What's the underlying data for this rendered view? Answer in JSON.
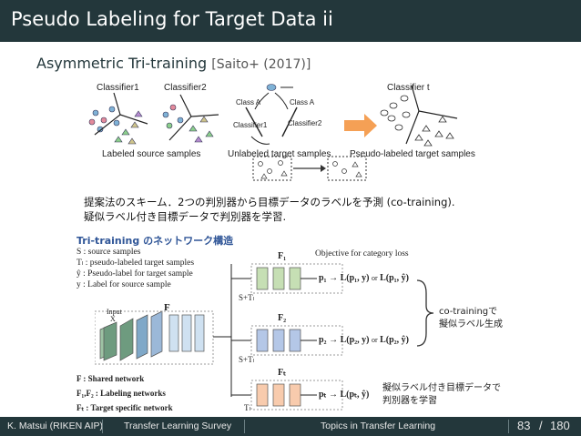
{
  "slide": {
    "title": "Pseudo Labeling for Target Data ii",
    "subtitle": "Asymmetric Tri-training",
    "citation": "[Saito+ (2017)]"
  },
  "top_figure": {
    "classifier1": "Classifier1",
    "classifier2": "Classifier2",
    "labeled_source": "Labeled source samples",
    "class_a_left": "Class A",
    "class_a_right": "Class A",
    "mid_classifier1": "Classifier1",
    "mid_classifier2": "Classifier2",
    "unlabeled_target": "Unlabeled target samples",
    "classifier_t": "Classifier t",
    "pseudo_labeled_target": "Pseudo-labeled target samples"
  },
  "description": {
    "line1": "提案法のスキーム．2つの判別器から目標データのラベルを予測 (co-training).",
    "line2": "疑似ラベル付き目標データで判別器を学習."
  },
  "network": {
    "heading": "Tri-training のネットワーク構造",
    "legend": [
      "S : source samples",
      "Tₗ : pseudo-labeled target samples",
      "ŷ : Pseudo-label for target sample",
      "y : Label for source sample"
    ],
    "input_label": "Input",
    "input_var": "X",
    "f_label": "F",
    "f1": "F₁",
    "f2": "F₂",
    "ft": "Fₜ",
    "objective": "Objective for category loss",
    "p1": "p₁",
    "p2": "p₂",
    "pt": "pₜ",
    "loss1": "L(p₁, y)",
    "loss1b": "L(p₁, ŷ)",
    "loss2": "L(p₂, y)",
    "loss2b": "L(p₂, ŷ)",
    "losst": "L(pₜ, ŷ)",
    "or": "or",
    "arrow": "→",
    "input_s_t1": "S+Tₗ",
    "input_s_t2": "S+Tₗ",
    "input_t": "Tₗ",
    "bottom_legend": [
      "F : Shared network",
      "F₁,F₂ : Labeling networks",
      "Fₜ : Target specific network"
    ],
    "note_cotrain_1": "co-trainingで",
    "note_cotrain_2": "擬似ラベル生成",
    "note_learn_1": "擬似ラベル付き目標データで",
    "note_learn_2": "判別器を学習"
  },
  "footer": {
    "author": "K. Matsui (RIKEN AIP)",
    "talk": "Transfer Learning Survey",
    "section": "Topics in Transfer Learning",
    "page": "83",
    "total": "180",
    "slash": "/"
  },
  "colors": {
    "titlebar": "#23373b",
    "subtitle": "#23373b",
    "accent_orange": "#f5a055",
    "heading_blue": "#2f5597",
    "green_net": "#c6dfb4",
    "blue_net": "#b4c7e7",
    "peach_net": "#f8cbad"
  }
}
